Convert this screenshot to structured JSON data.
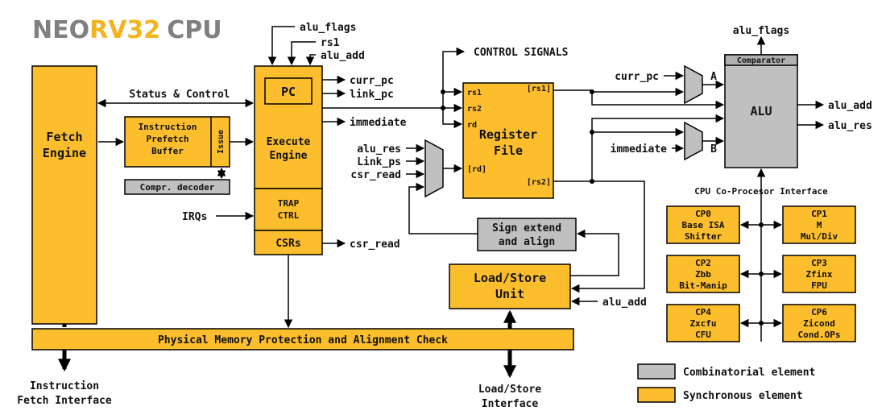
{
  "title": {
    "part1": "NEO",
    "part2": "RV32",
    "part3": "CPU"
  },
  "colors": {
    "synchronous": "#FDBE2D",
    "combinatorial": "#C0C0C0",
    "title_gray": "#808080",
    "title_accent": "#F5B41E"
  },
  "blocks": {
    "fetch_engine": [
      "Fetch",
      "Engine"
    ],
    "prefetch": [
      "Instruction",
      "Prefetch",
      "Buffer"
    ],
    "issue": "Issue",
    "compr_decoder": "Compr. decoder",
    "pc": "PC",
    "execute_engine": [
      "Execute",
      "Engine"
    ],
    "trap_ctrl": [
      "TRAP",
      "CTRL"
    ],
    "csrs": "CSRs",
    "register_file": {
      "label": [
        "Register",
        "File"
      ],
      "ports": {
        "rs1": "rs1",
        "rs2": "rs2",
        "rd": "rd",
        "rd_in": "[rd]",
        "rs1_out": "[rs1]",
        "rs2_out": "[rs2]"
      }
    },
    "sign_extend": [
      "Sign extend",
      "and align"
    ],
    "load_store_unit": [
      "Load/Store",
      "Unit"
    ],
    "comparator": "Comparator",
    "alu": "ALU",
    "pmp": "Physical Memory Protection and Alignment Check"
  },
  "signals": {
    "alu_flags": "alu_flags",
    "rs1": "rs1",
    "alu_add": "alu_add",
    "curr_pc": "curr_pc",
    "link_pc": "link_pc",
    "immediate": "immediate",
    "csr_read": "csr_read",
    "irqs": "IRQs",
    "status_control": "Status & Control",
    "control_signals": "CONTROL SIGNALS",
    "alu_res": "alu_res",
    "link_ps": "Link_ps",
    "a": "A",
    "b": "B"
  },
  "coprocessors": {
    "title": "CPU Co-Procesor Interface",
    "units": [
      {
        "lines": [
          "CP0",
          "Base ISA",
          "Shifter"
        ]
      },
      {
        "lines": [
          "CP1",
          "M",
          "Mul/Div"
        ]
      },
      {
        "lines": [
          "CP2",
          "Zbb",
          "Bit-Manip"
        ]
      },
      {
        "lines": [
          "CP3",
          "Zfinx",
          "FPU"
        ]
      },
      {
        "lines": [
          "CP4",
          "Zxcfu",
          "CFU"
        ]
      },
      {
        "lines": [
          "CP6",
          "Zicond",
          "Cond.OPs"
        ]
      }
    ]
  },
  "interfaces": {
    "fetch": [
      "Instruction",
      "Fetch Interface"
    ],
    "load_store": [
      "Load/Store",
      "Interface"
    ]
  },
  "legend": {
    "combinatorial": "Combinatorial element",
    "synchronous": "Synchronous element"
  }
}
